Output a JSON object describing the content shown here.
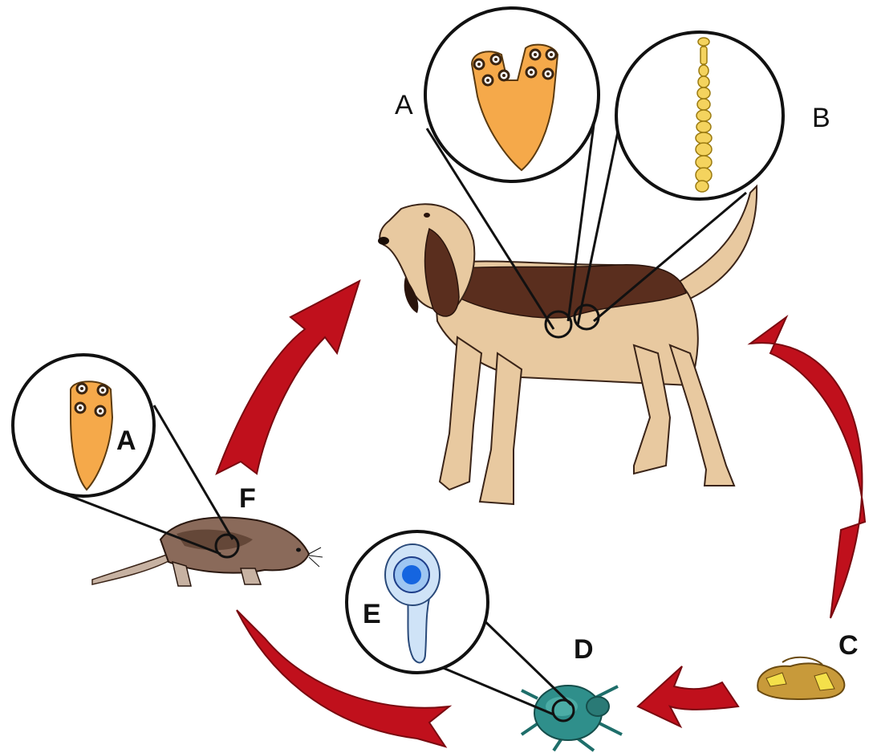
{
  "labels": {
    "dog_scolex": "A",
    "dog_strobila": "B",
    "eggs": "C",
    "beetle": "D",
    "cysticercoid": "E",
    "rodent": "F",
    "rodent_scolex": "A"
  },
  "colors": {
    "arrow_red": "#c0101c",
    "arrow_dark": "#7a0a10",
    "scolex_orange": "#f5a94a",
    "strobila_yellow": "#f4d35e",
    "cysticercoid_blue": "#1565e0",
    "cysticercoid_pale": "#cfe3f7",
    "beetle_teal": "#2f8f8b",
    "dog_tan": "#e8c9a0",
    "dog_dark": "#5a2e1e",
    "rodent_brown": "#8a6a5a"
  }
}
